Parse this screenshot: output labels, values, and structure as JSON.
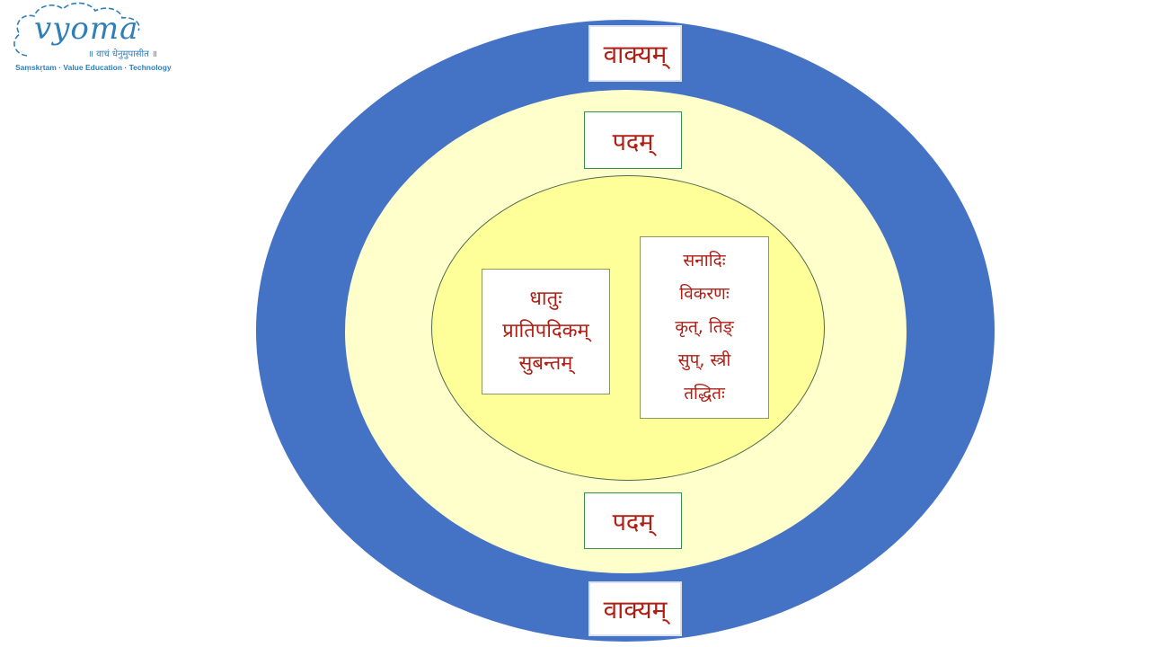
{
  "logo": {
    "wordmark": "vyoma",
    "motto": "॥ वाचं धेनुमुपासीत ॥",
    "tagline": "Saṃskṛtam · Value Education · Technology",
    "color": "#2e7fb8"
  },
  "diagram": {
    "outer_ring": {
      "color": "#4472c4",
      "label": "वाक्यम्"
    },
    "middle_ring": {
      "color": "#ffffcc",
      "label": "पदम्"
    },
    "inner_ring": {
      "color": "#ffff99"
    },
    "top_outer_label": "वाक्यम्",
    "bottom_outer_label": "वाक्यम्",
    "top_middle_label": "पदम्",
    "bottom_middle_label": "पदम्",
    "left_box": {
      "lines": [
        "धातुः",
        "प्रातिपदिकम्",
        "सुबन्तम्"
      ]
    },
    "right_box": {
      "lines": [
        "सनादिः",
        "विकरणः",
        "कृत्, तिङ्",
        "सुप्, स्त्री",
        "तद्धितः"
      ]
    },
    "text_color": "#b01e14"
  }
}
